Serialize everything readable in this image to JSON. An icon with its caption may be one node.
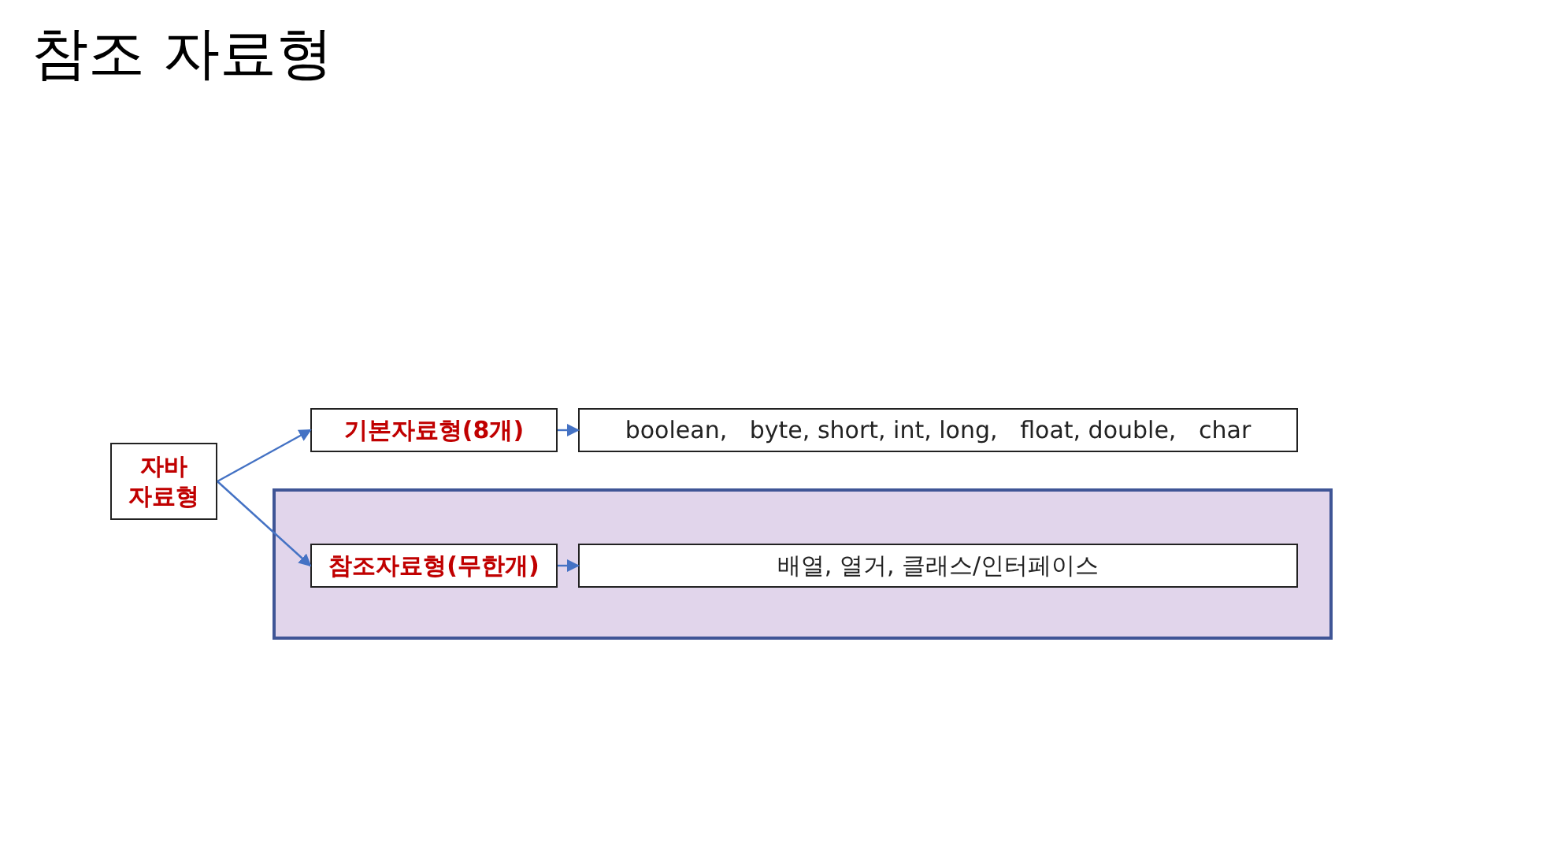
{
  "diagram": {
    "title": "참조 자료형",
    "nodes": [
      {
        "text": [
          "자바 자료형"
        ]
      },
      {
        "text": [
          "기본자료형(8개)"
        ]
      },
      {
        "text": [
          "boolean,   byte, short, int, long,   float, double,   char"
        ]
      },
      {
        "text": [],
        "shape": "box"
      },
      {
        "text": [
          "참조자료형(무한개)"
        ],
        "in": 3
      },
      {
        "text": [
          "배열, 열거, 클래스/인터페이스"
        ],
        "in": 3
      }
    ],
    "edges": [
      {
        "from": 0,
        "to": 1,
        "arrow": "to"
      },
      {
        "from": 0,
        "to": 4,
        "arrow": "to"
      },
      {
        "from": 1,
        "to": 2,
        "arrow": "to"
      },
      {
        "from": 4,
        "to": 5,
        "arrow": "to"
      }
    ]
  }
}
